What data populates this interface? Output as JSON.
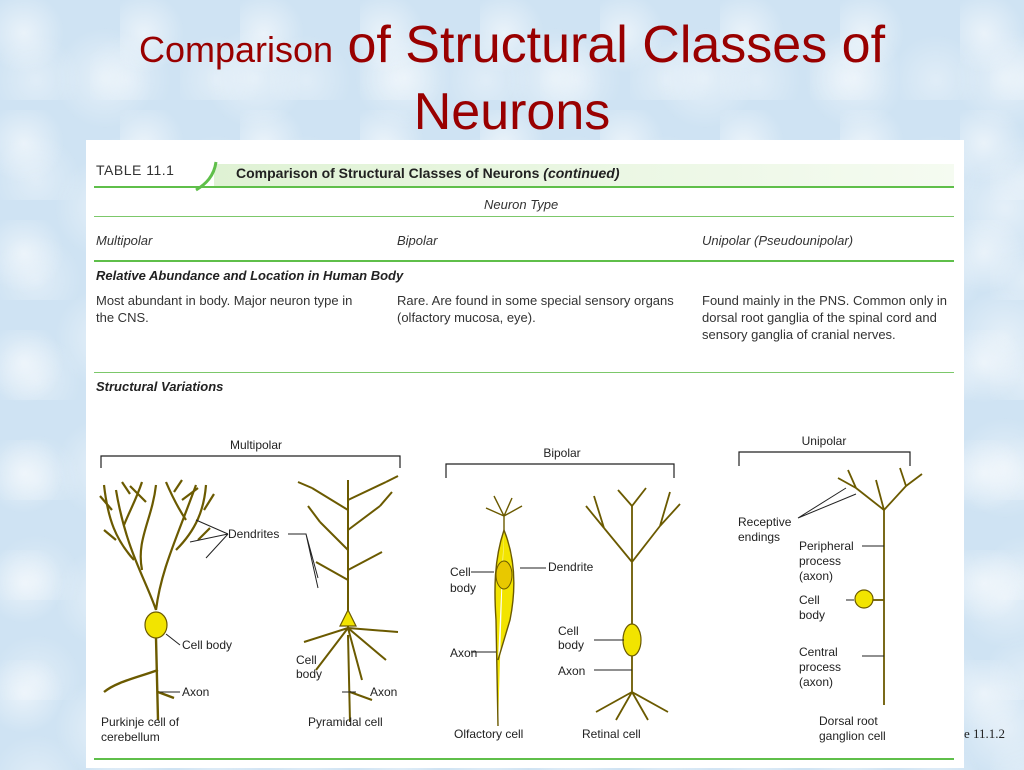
{
  "slide": {
    "title_small": "Comparison",
    "title_main": " of Structural Classes of",
    "title_line2": "Neurons",
    "footer": "e 11.1.2"
  },
  "table": {
    "number": "TABLE 11.1",
    "title": "Comparison of Structural Classes of Neurons",
    "title_suffix": "(continued)",
    "group_header": "Neuron Type",
    "columns": [
      "Multipolar",
      "Bipolar",
      "Unipolar (Pseudounipolar)"
    ],
    "section_abundance": {
      "label": "Relative Abundance and Location in Human Body",
      "cells": [
        "Most abundant in body. Major neuron type in the CNS.",
        "Rare. Are found in some special sensory organs (olfactory mucosa, eye).",
        "Found mainly in the PNS. Common only in dorsal root ganglia of the spinal cord and sensory ganglia of cranial nerves."
      ]
    },
    "section_structure": {
      "label": "Structural Variations"
    }
  },
  "figure": {
    "groups": {
      "multipolar": "Multipolar",
      "bipolar": "Bipolar",
      "unipolar": "Unipolar"
    },
    "labels": {
      "dendrites": "Dendrites",
      "cell_body": "Cell body",
      "axon": "Axon",
      "cell": "Cell",
      "body": "body",
      "dendrite": "Dendrite",
      "receptive": "Receptive",
      "endings": "endings",
      "peripheral": "Peripheral",
      "process": "process",
      "axon_paren": "(axon)",
      "central": "Central"
    },
    "captions": {
      "purkinje_1": "Purkinje cell of",
      "purkinje_2": "cerebellum",
      "pyramidal": "Pyramidal cell",
      "olfactory": "Olfactory cell",
      "retinal": "Retinal cell",
      "dorsal_1": "Dorsal root",
      "dorsal_2": "ganglion cell"
    }
  },
  "colors": {
    "title": "#990000",
    "table_rule": "#5fbf4a",
    "neuron_fill": "#f2e400",
    "neuron_stroke": "#6b5a00",
    "purkinje_fill": "#c9a84a"
  }
}
